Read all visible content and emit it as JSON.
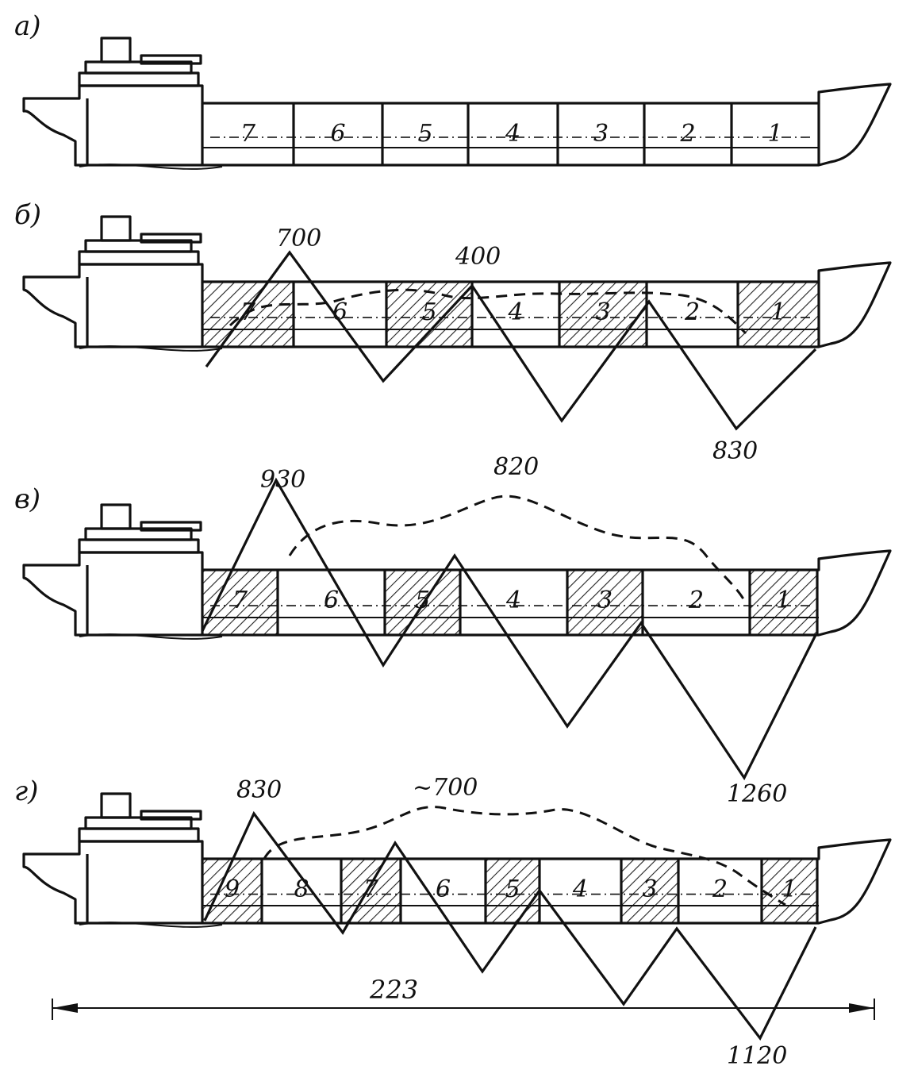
{
  "panels": [
    {
      "letter": "а)",
      "holds": [
        "7",
        "6",
        "5",
        "4",
        "3",
        "2",
        "1"
      ],
      "loaded": [],
      "values": []
    },
    {
      "letter": "б)",
      "holds": [
        "7",
        "6",
        "5",
        "4",
        "3",
        "2",
        "1"
      ],
      "loaded": [
        "7",
        "5",
        "3",
        "1"
      ],
      "values": [
        "700",
        "400",
        "830"
      ]
    },
    {
      "letter": "в)",
      "holds": [
        "7",
        "6",
        "5",
        "4",
        "3",
        "2",
        "1"
      ],
      "loaded": [
        "7",
        "5",
        "3",
        "1"
      ],
      "values": [
        "930",
        "820",
        "1260"
      ]
    },
    {
      "letter": "г)",
      "holds": [
        "9",
        "8",
        "7",
        "6",
        "5",
        "4",
        "3",
        "2",
        "1"
      ],
      "loaded": [
        "9",
        "7",
        "5",
        "3",
        "1"
      ],
      "values": [
        "830",
        "~700",
        "1120"
      ]
    }
  ],
  "dimension": {
    "length": "223"
  }
}
